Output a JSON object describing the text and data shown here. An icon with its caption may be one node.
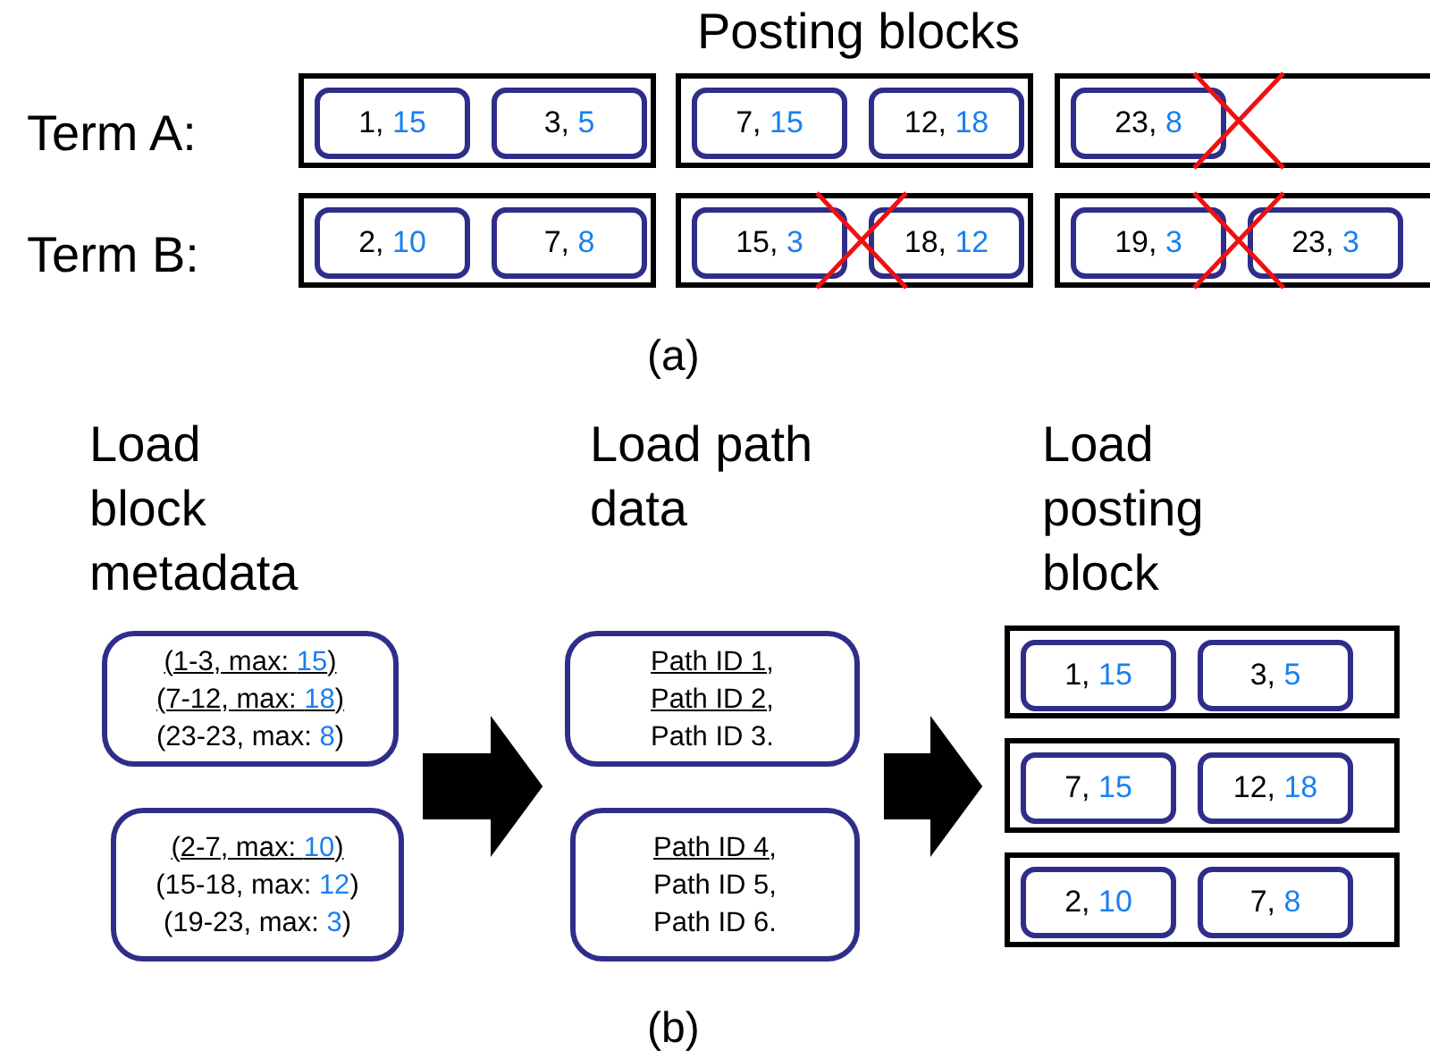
{
  "diagram": {
    "title": "Posting blocks",
    "nodes": [
      {
        "text": [],
        "shape": "box"
      },
      {
        "text": [
          "1, 15"
        ],
        "in": 0
      },
      {
        "text": [
          "3, 5"
        ],
        "in": 0
      },
      {
        "text": [],
        "shape": "box"
      },
      {
        "text": [
          "7, 15"
        ],
        "in": 3
      },
      {
        "text": [
          "12, 18"
        ],
        "in": 3
      },
      {
        "text": [],
        "shape": "box"
      },
      {
        "text": [
          "23, 8"
        ],
        "in": 6
      },
      {
        "text": [],
        "shape": "box"
      },
      {
        "text": [
          "2, 10"
        ],
        "in": 8
      },
      {
        "text": [
          "7, 8"
        ],
        "in": 8
      },
      {
        "text": [],
        "shape": "box"
      },
      {
        "text": [
          "15, 3"
        ],
        "in": 11
      },
      {
        "text": [
          "18, 12"
        ],
        "in": 11
      },
      {
        "text": [],
        "shape": "box"
      },
      {
        "text": [
          "19, 3"
        ],
        "in": 14
      },
      {
        "text": [
          "23, 3"
        ],
        "in": 14
      },
      {
        "text": [
          "(1-3, max: 15)",
          "(7-12, max: 18)",
          "(23-23, max: 8)"
        ]
      },
      {
        "text": [
          "(2-7, max: 10)",
          "(15-18, max: 12)",
          "(19-23, max: 3)"
        ]
      },
      {
        "text": [
          "Path ID 1,",
          "Path ID 2,",
          "Path ID 3."
        ]
      },
      {
        "text": [
          "Path ID 4,",
          "Path ID 5,",
          "Path ID 6."
        ]
      },
      {
        "text": [],
        "shape": "box"
      },
      {
        "text": [
          "1, 15"
        ],
        "in": 21
      },
      {
        "text": [
          "3, 5"
        ],
        "in": 21
      },
      {
        "text": [],
        "shape": "box"
      },
      {
        "text": [
          "7, 15"
        ],
        "in": 24
      },
      {
        "text": [
          "12, 18"
        ],
        "in": 24
      },
      {
        "text": [],
        "shape": "box"
      },
      {
        "text": [
          "2, 10"
        ],
        "in": 27
      },
      {
        "text": [
          "7, 8"
        ],
        "in": 27
      }
    ],
    "edges": [
      {
        "from": 17,
        "to": 19,
        "arrow": "to",
        "style": "thick"
      },
      {
        "from": 19,
        "to": 24,
        "arrow": "to",
        "style": "thick"
      }
    ],
    "labels": [
      "Term A:",
      "Term B:",
      "(a)",
      "Load block metadata",
      "Load path data",
      "Load posting block",
      "(b)"
    ]
  }
}
